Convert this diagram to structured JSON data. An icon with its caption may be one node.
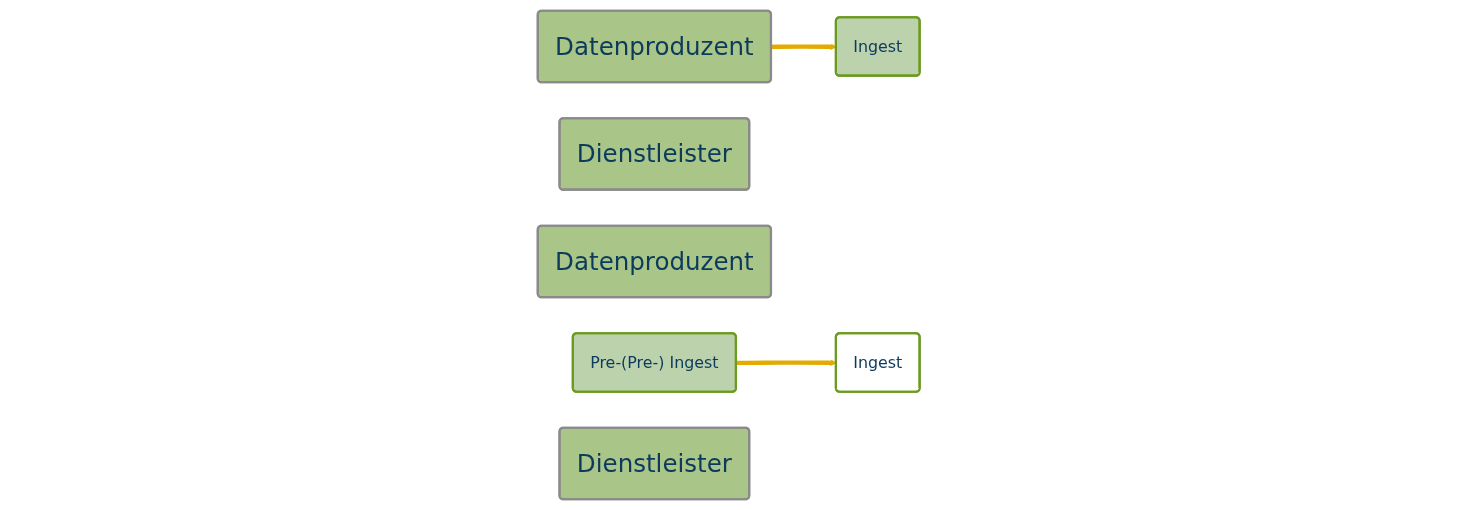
{
  "diagram": {
    "nodes": [
      {
        "text": [
          "Datenproduzent"
        ]
      },
      {
        "text": [
          "Ingest"
        ]
      },
      {
        "text": [
          "Dienstleister"
        ]
      },
      {
        "text": [
          "Datenproduzent"
        ]
      },
      {
        "text": [
          "Pre-(Pre-) Ingest"
        ]
      },
      {
        "text": [
          "Ingest"
        ]
      },
      {
        "text": [
          "Dienstleister"
        ]
      }
    ],
    "edges": [
      {
        "from": 0,
        "to": 1,
        "arrow": "to"
      },
      {
        "from": 4,
        "to": 5,
        "arrow": "to"
      }
    ]
  }
}
